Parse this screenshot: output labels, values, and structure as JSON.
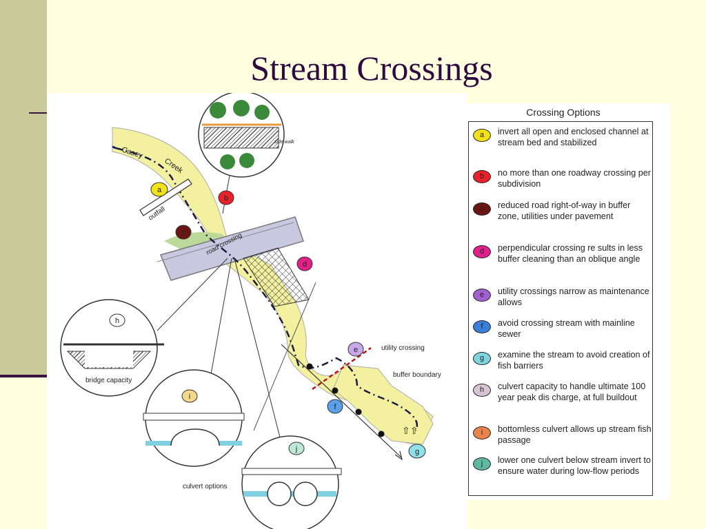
{
  "slide": {
    "title": "Stream Crossings"
  },
  "diagram": {
    "labels": {
      "creek_1": "Casey",
      "creek_2": "Creek",
      "outfall": "outfall",
      "road_crossing": "road crossing",
      "side_walk": "side walk",
      "utility_crossing": "utility crossing",
      "buffer_boundary": "buffer boundary",
      "bridge_capacity": "bridge capacity",
      "culvert_options": "culvert options"
    },
    "markers": [
      "a",
      "b",
      "c",
      "d",
      "e",
      "f",
      "g",
      "h",
      "i",
      "j"
    ]
  },
  "legend": {
    "title": "Crossing Options",
    "items": [
      {
        "letter": "a",
        "color": "#f2e21a",
        "text": "invert all open and enclosed channel at stream bed and stabilized"
      },
      {
        "letter": "b",
        "color": "#e8212a",
        "text": "no more than one roadway crossing per subdivision"
      },
      {
        "letter": "c",
        "color": "#6b1414",
        "text": "reduced road right-of-way in buffer zone, utilities under pavement"
      },
      {
        "letter": "d",
        "color": "#e0218a",
        "text": "perpendicular crossing re sults in less buffer cleaning than an oblique angle"
      },
      {
        "letter": "e",
        "color": "#a060d0",
        "text": "utility crossings narrow as maintenance allows"
      },
      {
        "letter": "f",
        "color": "#3a7fd8",
        "text": "avoid crossing stream with mainline sewer"
      },
      {
        "letter": "g",
        "color": "#7fd4e0",
        "text": "examine the stream to avoid creation of fish barriers"
      },
      {
        "letter": "h",
        "color": "#d9c4d4",
        "text": "culvert capacity to handle ultimate 100 year peak dis charge, at full buildout"
      },
      {
        "letter": "i",
        "color": "#e8834a",
        "text": "bottomless culvert allows up stream fish passage"
      },
      {
        "letter": "j",
        "color": "#5fb8a0",
        "text": "lower one culvert below stream invert to ensure water during low-flow periods"
      }
    ]
  }
}
